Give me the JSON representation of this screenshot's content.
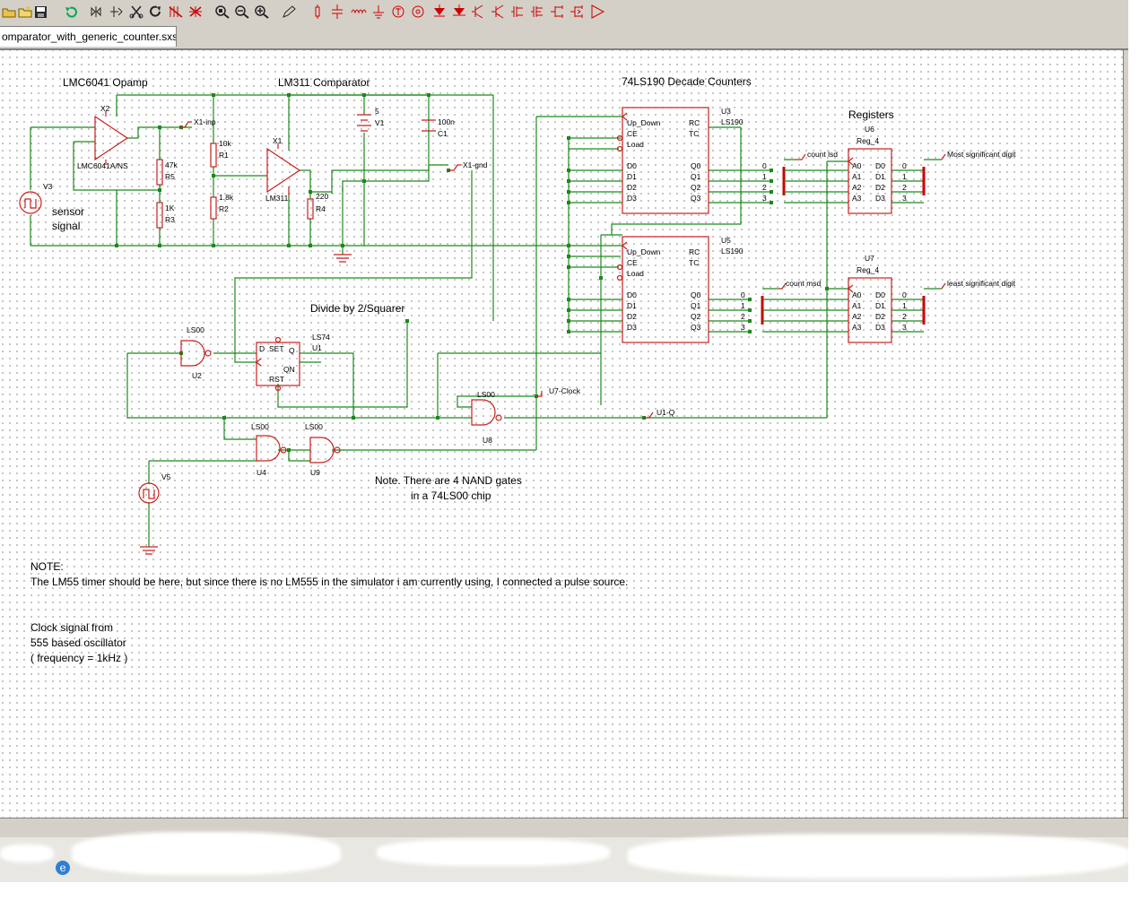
{
  "window": {
    "tab_title": "omparator_with_generic_counter.sxsch"
  },
  "toolbar": {
    "icons": [
      "open-folder-icon",
      "new-folder-icon",
      "save-icon",
      "undo-icon",
      "mirror-icon",
      "rotate-icon",
      "cut-icon",
      "redo-icon",
      "delete-wire-icon",
      "delete-icon",
      "zoom-box-icon",
      "zoom-out-icon",
      "zoom-in-icon",
      "pencil-icon",
      "resistor-icon",
      "capacitor-icon",
      "inductor-icon",
      "ground-icon",
      "source-icon",
      "current-source-icon",
      "diode-icon",
      "zener-icon",
      "npn-icon",
      "pnp-icon",
      "nmos-icon",
      "pmos-icon",
      "nfet-icon",
      "pfet-icon",
      "opamp-icon"
    ]
  },
  "schematic": {
    "titles": {
      "opamp": "LMC6041 Opamp",
      "comparator": "LM311 Comparator",
      "counters": "74LS190 Decade Counters",
      "registers": "Registers",
      "divider": "Divide by 2/Squarer"
    },
    "labels": {
      "x2": "X2",
      "x2_model": "LMC6041A/NS",
      "v3": "V3",
      "sensor_1": "sensor",
      "sensor_2": "signal",
      "r5": "R5",
      "r5_val": "47k",
      "r3": "R3",
      "r3_val": "1K",
      "r1": "R1",
      "r1_val": "10k",
      "r2": "R2",
      "r2_val": "1.8k",
      "x1": "X1",
      "x1_model": "LM311",
      "r4": "R4",
      "r4_val": "220",
      "v1": "V1",
      "v1_val": "5",
      "c1": "C1",
      "c1_val": "100n",
      "net_x1_inp": "X1-inp",
      "net_x1_gnd": "X1-gnd",
      "u3": "U3",
      "u3_model": "LS190",
      "u5": "U5",
      "u5_model": "LS190",
      "u6": "U6",
      "u6_model": "Reg_4",
      "u7": "U7",
      "u7_model": "Reg_4",
      "net_count_lsd": "count lsd",
      "net_count_msd": "count msd",
      "net_msd": "Most significant digit",
      "net_lsd": "least significant digit",
      "u2": "U2",
      "u2_model": "LS00",
      "u1": "U1",
      "u1_model": "LS74",
      "u8": "U8",
      "u8_model": "LS00",
      "u4": "U4",
      "u4_model": "LS00",
      "u9": "U9",
      "u9_model": "LS00",
      "v5": "V5",
      "net_u7_clock": "U7-Clock",
      "net_u1_q": "U1-Q"
    },
    "counter_pins": {
      "left": [
        "Up_Down",
        "CE",
        "Load",
        "D0",
        "D1",
        "D2",
        "D3"
      ],
      "right": [
        "RC",
        "TC",
        "Q0",
        "Q1",
        "Q2",
        "Q3"
      ]
    },
    "ff_pins": [
      "D",
      "SET",
      "Q",
      "QN",
      "RST"
    ],
    "register_pins": {
      "left": [
        "A0",
        "A1",
        "A2",
        "A3"
      ],
      "right": [
        "D0",
        "D1",
        "D2",
        "D3"
      ]
    },
    "bus_digits": [
      "0",
      "1",
      "2",
      "3"
    ],
    "notes": {
      "nand_1": "Note. There are 4 NAND gates",
      "nand_2": "in a 74LS00 chip",
      "note_head": "NOTE:",
      "note_body": "The LM55 timer should be here, but since there is no LM555 in the simulator i am currently using, I connected a pulse source.",
      "clock_1": "Clock signal from",
      "clock_2": "555 based oscillator",
      "clock_3": "( frequency = 1kHz )"
    }
  }
}
